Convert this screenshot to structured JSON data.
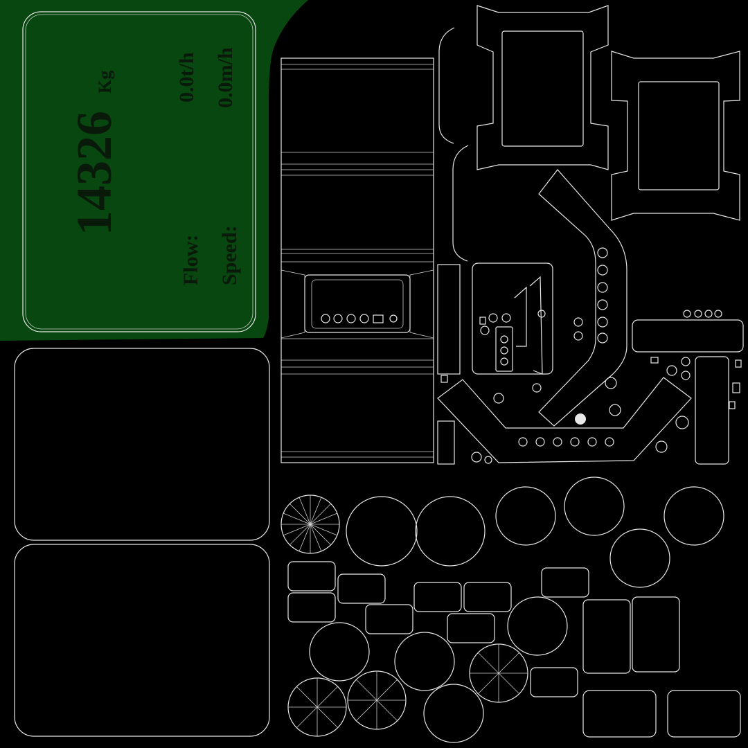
{
  "texture": {
    "background": "#000000",
    "wire_color": "#e8e8e8"
  },
  "display_panel": {
    "background": "#08470f",
    "weight_value": "14326",
    "weight_unit": "Kg",
    "flow_label": "Flow:",
    "flow_value": "0.0t/h",
    "speed_label": "Speed:",
    "speed_value": "0.0m/h"
  }
}
